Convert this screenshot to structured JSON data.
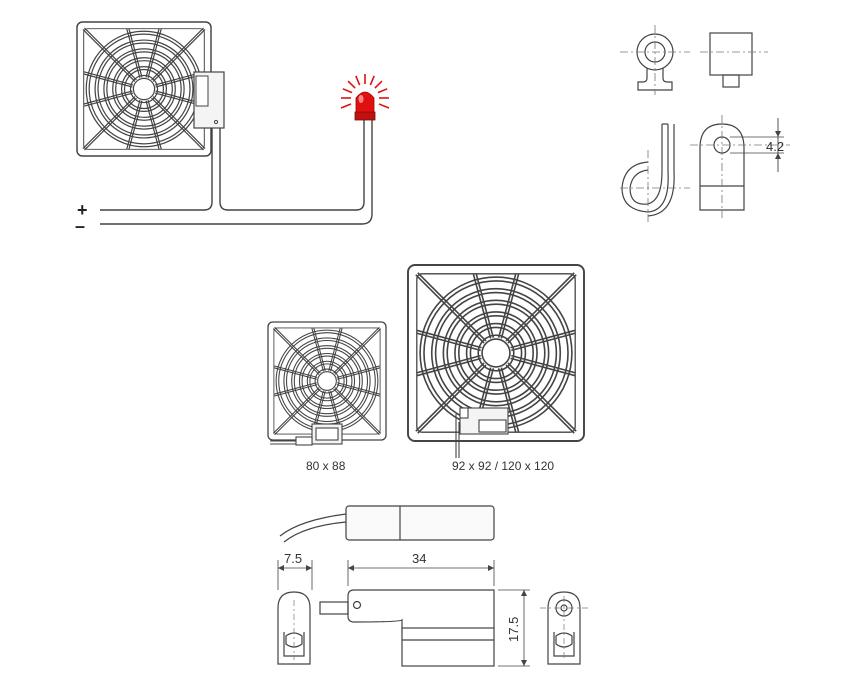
{
  "wiring": {
    "plus_label": "+",
    "minus_label": "–"
  },
  "detail": {
    "dim_hole": "4.2"
  },
  "sizes": {
    "small_label": "80 x 88",
    "large_label": "92 x 92 / 120 x 120"
  },
  "sensor": {
    "dim_width": "7.5",
    "dim_length": "34",
    "dim_height": "17.5"
  },
  "colors": {
    "line": "#444444",
    "lamp": "#e01010",
    "ray": "#e01010",
    "center_line": "#777777"
  }
}
